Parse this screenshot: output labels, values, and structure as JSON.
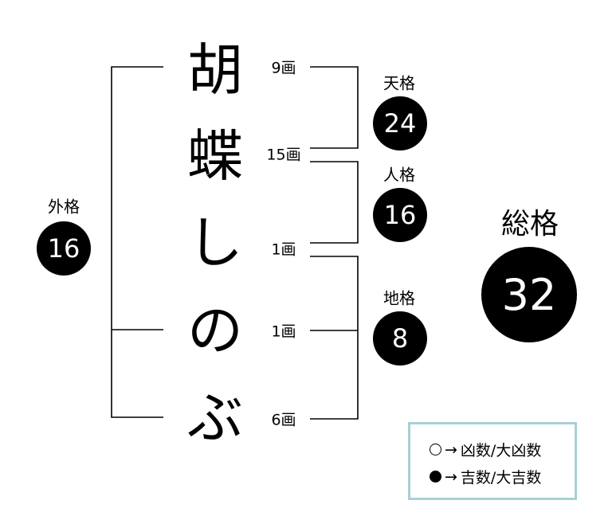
{
  "name_chars": [
    "胡",
    "蝶",
    "し",
    "の",
    "ぶ"
  ],
  "strokes": [
    "9画",
    "15画",
    "1画",
    "1画",
    "6画"
  ],
  "tenkaku": {
    "label": "天格",
    "value": "24"
  },
  "jinkaku": {
    "label": "人格",
    "value": "16"
  },
  "chikaku": {
    "label": "地格",
    "value": "8"
  },
  "gaikaku": {
    "label": "外格",
    "value": "16"
  },
  "soukaku": {
    "label": "総格",
    "value": "32"
  },
  "legend": {
    "open": {
      "arrow": "→",
      "text": "凶数/大凶数"
    },
    "filled": {
      "arrow": "→",
      "text": "吉数/大吉数"
    },
    "border_color": "#a8d0d6"
  }
}
